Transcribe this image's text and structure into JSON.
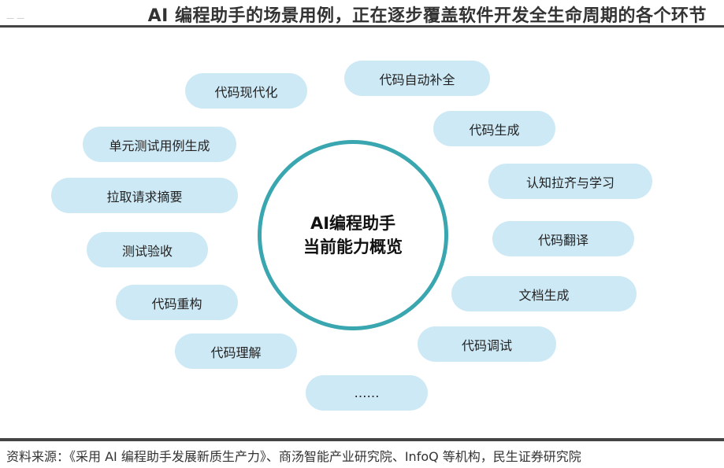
{
  "title": "AI 编程助手的场景用例，正在逐步覆盖软件开发全生命周期的各个环节",
  "center": {
    "line1": "AI编程助手",
    "line2": "当前能力概览"
  },
  "pills": [
    "代码现代化",
    "代码自动补全",
    "代码生成",
    "单元测试用例生成",
    "认知拉齐与学习",
    "拉取请求摘要",
    "代码翻译",
    "测试验收",
    "文档生成",
    "代码重构",
    "代码调试",
    "代码理解",
    "……"
  ],
  "source": "资料来源：《采用 AI 编程助手发展新质生产力》、商汤智能产业研究院、InfoQ 等机构，民生证券研究院",
  "colors": {
    "circle": "#3aa6b0",
    "pill": "#cde9f5"
  }
}
